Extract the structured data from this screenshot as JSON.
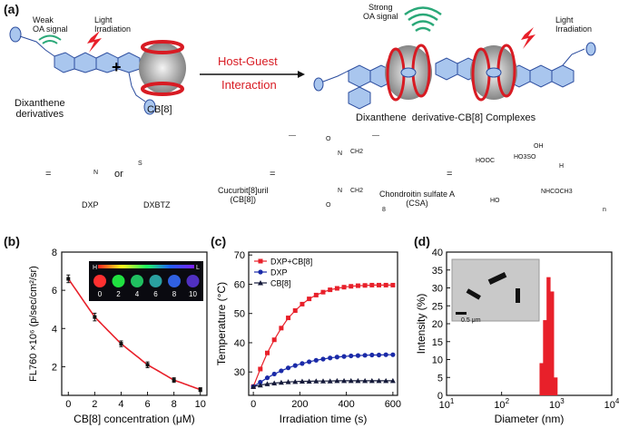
{
  "panel_a": {
    "label": "(a)",
    "weak_signal": "Weak\nOA signal",
    "light_left": "Light\nIrradiation",
    "dixanthene": "Dixanthene\nderivatives",
    "plus": "+",
    "cb8": "CB[8]",
    "arrow_top": "Host-Guest",
    "arrow_bottom": "Interaction",
    "strong_signal": "Strong\nOA signal",
    "light_right": "Light\nIrradiation",
    "complex": "Dixanthene  derivative-CB[8] Complexes",
    "equals1": "=",
    "or": "or",
    "dxp": "DXP",
    "dxbtz": "DXBTZ",
    "cucurbit": "Cucurbit[8]uril\n(CB[8])",
    "equals2": "=",
    "equals3": "=",
    "csa": "Chondroitin sulfate A\n(CSA)",
    "struct_o1": "O",
    "struct_o2": "O",
    "struct_n1": "N",
    "struct_n2": "N",
    "struct_ch2_1": "CH2",
    "struct_ch2_2": "CH2",
    "struct_8": "8",
    "csa_hooc": "HOOC",
    "csa_ho3so": "HO3SO",
    "csa_oh": "OH",
    "csa_ho": "HO",
    "csa_nhcoch3": "NHCOCH3",
    "csa_h": "H",
    "csa_n": "n",
    "s_atom": "S",
    "n_atom": "N"
  },
  "panel_b": {
    "label": "(b)",
    "inset_h": "H",
    "inset_l": "L",
    "inset_ticks": [
      "0",
      "2",
      "4",
      "6",
      "8",
      "10"
    ]
  },
  "panel_c": {
    "label": "(c)"
  },
  "panel_d": {
    "label": "(d)",
    "inset_scale": "0.5 μm"
  },
  "chart_data": [
    {
      "type": "line",
      "panel": "b",
      "xlabel": "CB[8] concentration (μM)",
      "ylabel": "FL760 ×10⁶ (p/sec/cm²/sr)",
      "x": [
        0,
        2,
        4,
        6,
        8,
        10
      ],
      "series": [
        {
          "values": [
            6.6,
            4.6,
            3.2,
            2.1,
            1.3,
            0.8
          ],
          "errors": [
            0.2,
            0.2,
            0.15,
            0.15,
            0.12,
            0.1
          ]
        }
      ],
      "xlim": [
        -0.5,
        10.5
      ],
      "ylim": [
        0.5,
        8
      ],
      "xticks": [
        0,
        2,
        4,
        6,
        8,
        10
      ],
      "yticks": [
        2,
        4,
        6,
        8
      ],
      "color": "#e8202a"
    },
    {
      "type": "line",
      "panel": "c",
      "xlabel": "Irradiation time (s)",
      "ylabel": "Temperature (°C)",
      "xticks": [
        0,
        200,
        400,
        600
      ],
      "yticks": [
        30,
        40,
        50,
        60,
        70
      ],
      "xlim": [
        -20,
        620
      ],
      "ylim": [
        22,
        71
      ],
      "legend_position": "top-left",
      "series": [
        {
          "name": "DXP+CB[8]",
          "color": "#e8202a",
          "marker": "square",
          "x": [
            0,
            30,
            60,
            90,
            120,
            150,
            180,
            210,
            240,
            270,
            300,
            330,
            360,
            390,
            420,
            450,
            480,
            510,
            540,
            570,
            600
          ],
          "y": [
            25,
            31,
            36.5,
            41,
            45,
            48.5,
            51,
            53.2,
            55,
            56.3,
            57.3,
            58.1,
            58.6,
            59,
            59.3,
            59.5,
            59.6,
            59.7,
            59.7,
            59.7,
            59.7
          ]
        },
        {
          "name": "DXP",
          "color": "#1a2aa8",
          "marker": "circle",
          "x": [
            0,
            30,
            60,
            90,
            120,
            150,
            180,
            210,
            240,
            270,
            300,
            330,
            360,
            390,
            420,
            450,
            480,
            510,
            540,
            570,
            600
          ],
          "y": [
            25,
            26.5,
            28,
            29.3,
            30.4,
            31.4,
            32.2,
            32.9,
            33.5,
            34,
            34.4,
            34.8,
            35.1,
            35.3,
            35.5,
            35.6,
            35.7,
            35.8,
            35.8,
            35.9,
            35.9
          ]
        },
        {
          "name": "CB[8]",
          "color": "#151a3a",
          "marker": "triangle",
          "x": [
            0,
            30,
            60,
            90,
            120,
            150,
            180,
            210,
            240,
            270,
            300,
            330,
            360,
            390,
            420,
            450,
            480,
            510,
            540,
            570,
            600
          ],
          "y": [
            25,
            25.5,
            25.9,
            26.2,
            26.4,
            26.6,
            26.7,
            26.8,
            26.8,
            26.9,
            26.9,
            26.9,
            27,
            27,
            27,
            27,
            27,
            27,
            27,
            27,
            27
          ]
        }
      ]
    },
    {
      "type": "bar",
      "panel": "d",
      "xlabel": "Diameter (nm)",
      "ylabel": "Intensity (%)",
      "xscale": "log",
      "xlim": [
        10,
        10000
      ],
      "ylim": [
        0,
        40
      ],
      "xticks_exp": [
        1,
        2,
        3,
        4
      ],
      "yticks": [
        0,
        5,
        10,
        15,
        20,
        25,
        30,
        35,
        40
      ],
      "categories": [
        531,
        615,
        712,
        825,
        955
      ],
      "values": [
        9,
        21,
        33,
        29,
        5
      ],
      "color": "#e8202a"
    }
  ]
}
